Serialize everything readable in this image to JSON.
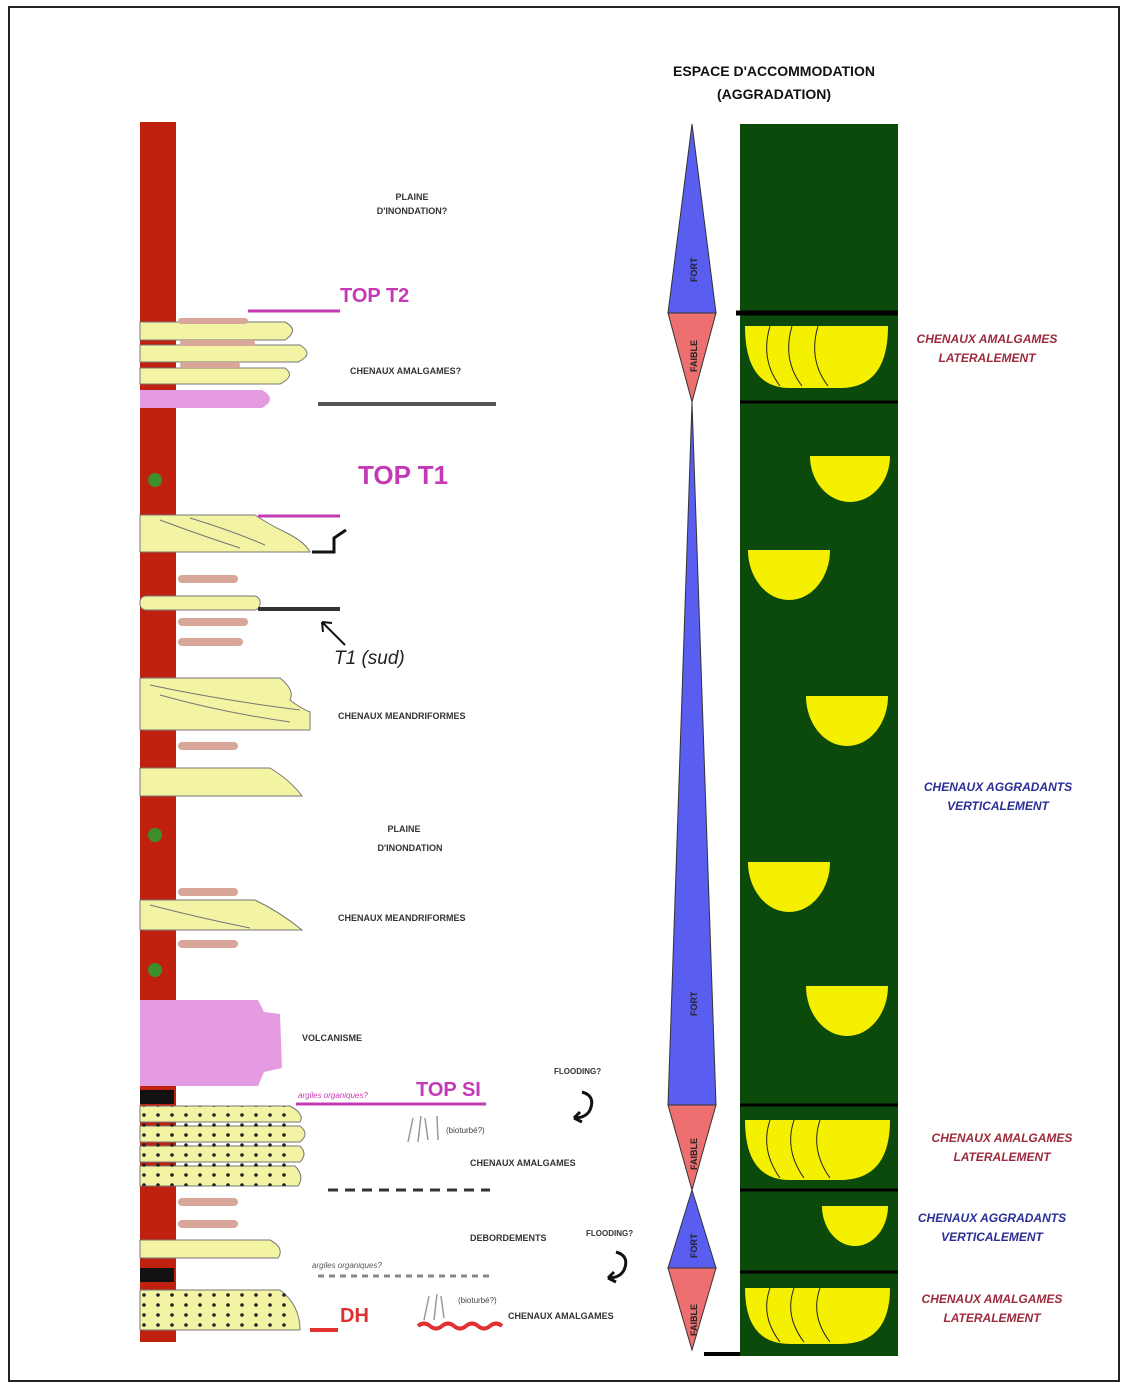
{
  "header": {
    "line1": "ESPACE D'ACCOMMODATION",
    "line2": "(AGGRADATION)"
  },
  "column_labels": {
    "plaine_1_a": "PLAINE",
    "plaine_1_b": "D'INONDATION?",
    "top_t2": "TOP T2",
    "chenaux_amalgames_q": "CHENAUX AMALGAMES?",
    "top_t1": "TOP T1",
    "t1_sud": "T1 (sud)",
    "meandriformes_1": "CHENAUX MEANDRIFORMES",
    "plaine_2_a": "PLAINE",
    "plaine_2_b": "D'INONDATION",
    "meandriformes_2": "CHENAUX MEANDRIFORMES",
    "volcanisme": "VOLCANISME",
    "argiles_1": "argiles organiques?",
    "top_si": "TOP SI",
    "flooding_1": "FLOODING?",
    "bioturb_1": "(bioturbé?)",
    "chenaux_amalgames_1": "CHENAUX AMALGAMES",
    "debordements": "DEBORDEMENTS",
    "flooding_2": "FLOODING?",
    "argiles_2": "argiles organiques?",
    "bioturb_2": "(bioturbé?)",
    "dh": "DH",
    "chenaux_amalgames_2": "CHENAUX AMALGAMES"
  },
  "triangle_labels": {
    "fort_1": "FORT",
    "faible_1": "FAIBLE",
    "fort_2": "FORT",
    "faible_2": "FAIBLE",
    "fort_3": "FORT",
    "faible_3": "FAIBLE"
  },
  "right_labels": {
    "lat_1_a": "CHENAUX AMALGAMES",
    "lat_1_b": "LATERALEMENT",
    "vert_1_a": "CHENAUX AGGRADANTS",
    "vert_1_b": "VERTICALEMENT",
    "lat_2_a": "CHENAUX AMALGAMES",
    "lat_2_b": "LATERALEMENT",
    "vert_2_a": "CHENAUX AGGRADANTS",
    "vert_2_b": "VERTICALEMENT",
    "lat_3_a": "CHENAUX AMALGAMES",
    "lat_3_b": "LATERALEMENT"
  },
  "colors": {
    "red_column": "#c0200f",
    "sand": "#f3f3a4",
    "pink": "#e59be2",
    "magenta": "#c43ab6",
    "blue": "#5a5ef0",
    "salmon": "#ee6f6f",
    "green": "#0c4a0c",
    "yellow": "#f5f000",
    "maroon": "#9c2b3c",
    "navy": "#2a2e96"
  }
}
